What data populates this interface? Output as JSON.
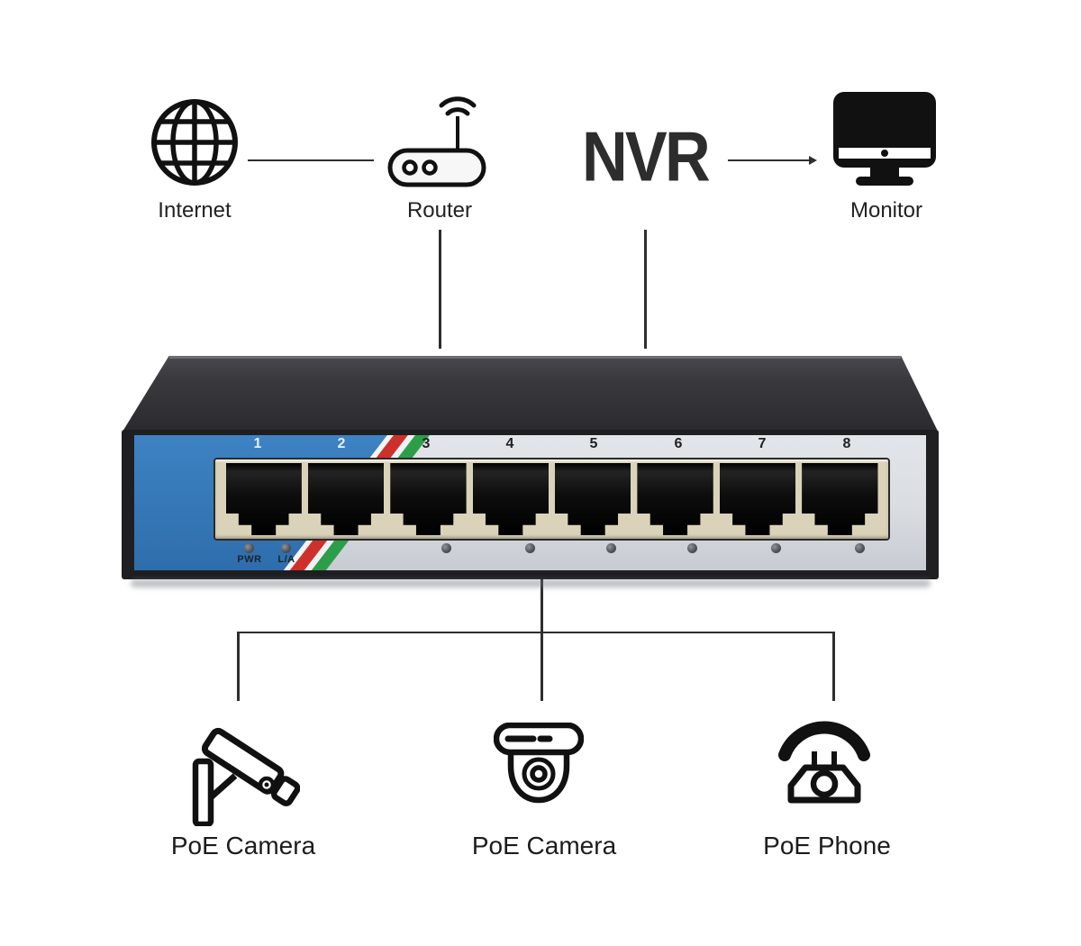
{
  "nodes": {
    "internet": {
      "label": "Internet",
      "icon": "globe-icon"
    },
    "router": {
      "label": "Router",
      "icon": "router-icon"
    },
    "nvr": {
      "label": "NVR"
    },
    "monitor": {
      "label": "Monitor",
      "icon": "monitor-icon"
    },
    "poe_camera_1": {
      "label": "PoE Camera",
      "icon": "bullet-camera-icon"
    },
    "poe_camera_2": {
      "label": "PoE Camera",
      "icon": "dome-camera-icon"
    },
    "poe_phone": {
      "label": "PoE Phone",
      "icon": "phone-icon"
    }
  },
  "switch": {
    "port_numbers": [
      "1",
      "2",
      "3",
      "4",
      "5",
      "6",
      "7",
      "8"
    ],
    "pwr_label": "PWR",
    "la_label": "L/A"
  },
  "connections": [
    "internet-router",
    "nvr-monitor",
    "router-switch",
    "nvr-switch",
    "switch-branch",
    "branch-poe-camera-1",
    "branch-poe-camera-2",
    "branch-poe-phone"
  ],
  "colors": {
    "panel_blue": "#3e83c4",
    "stripe_red": "#ce312c",
    "stripe_green": "#2e9d4a",
    "bezel_beige": "#dad3b9",
    "frame_dark": "#1f1f22",
    "line_color": "#2e2e2e",
    "icon_black": "#111111"
  }
}
